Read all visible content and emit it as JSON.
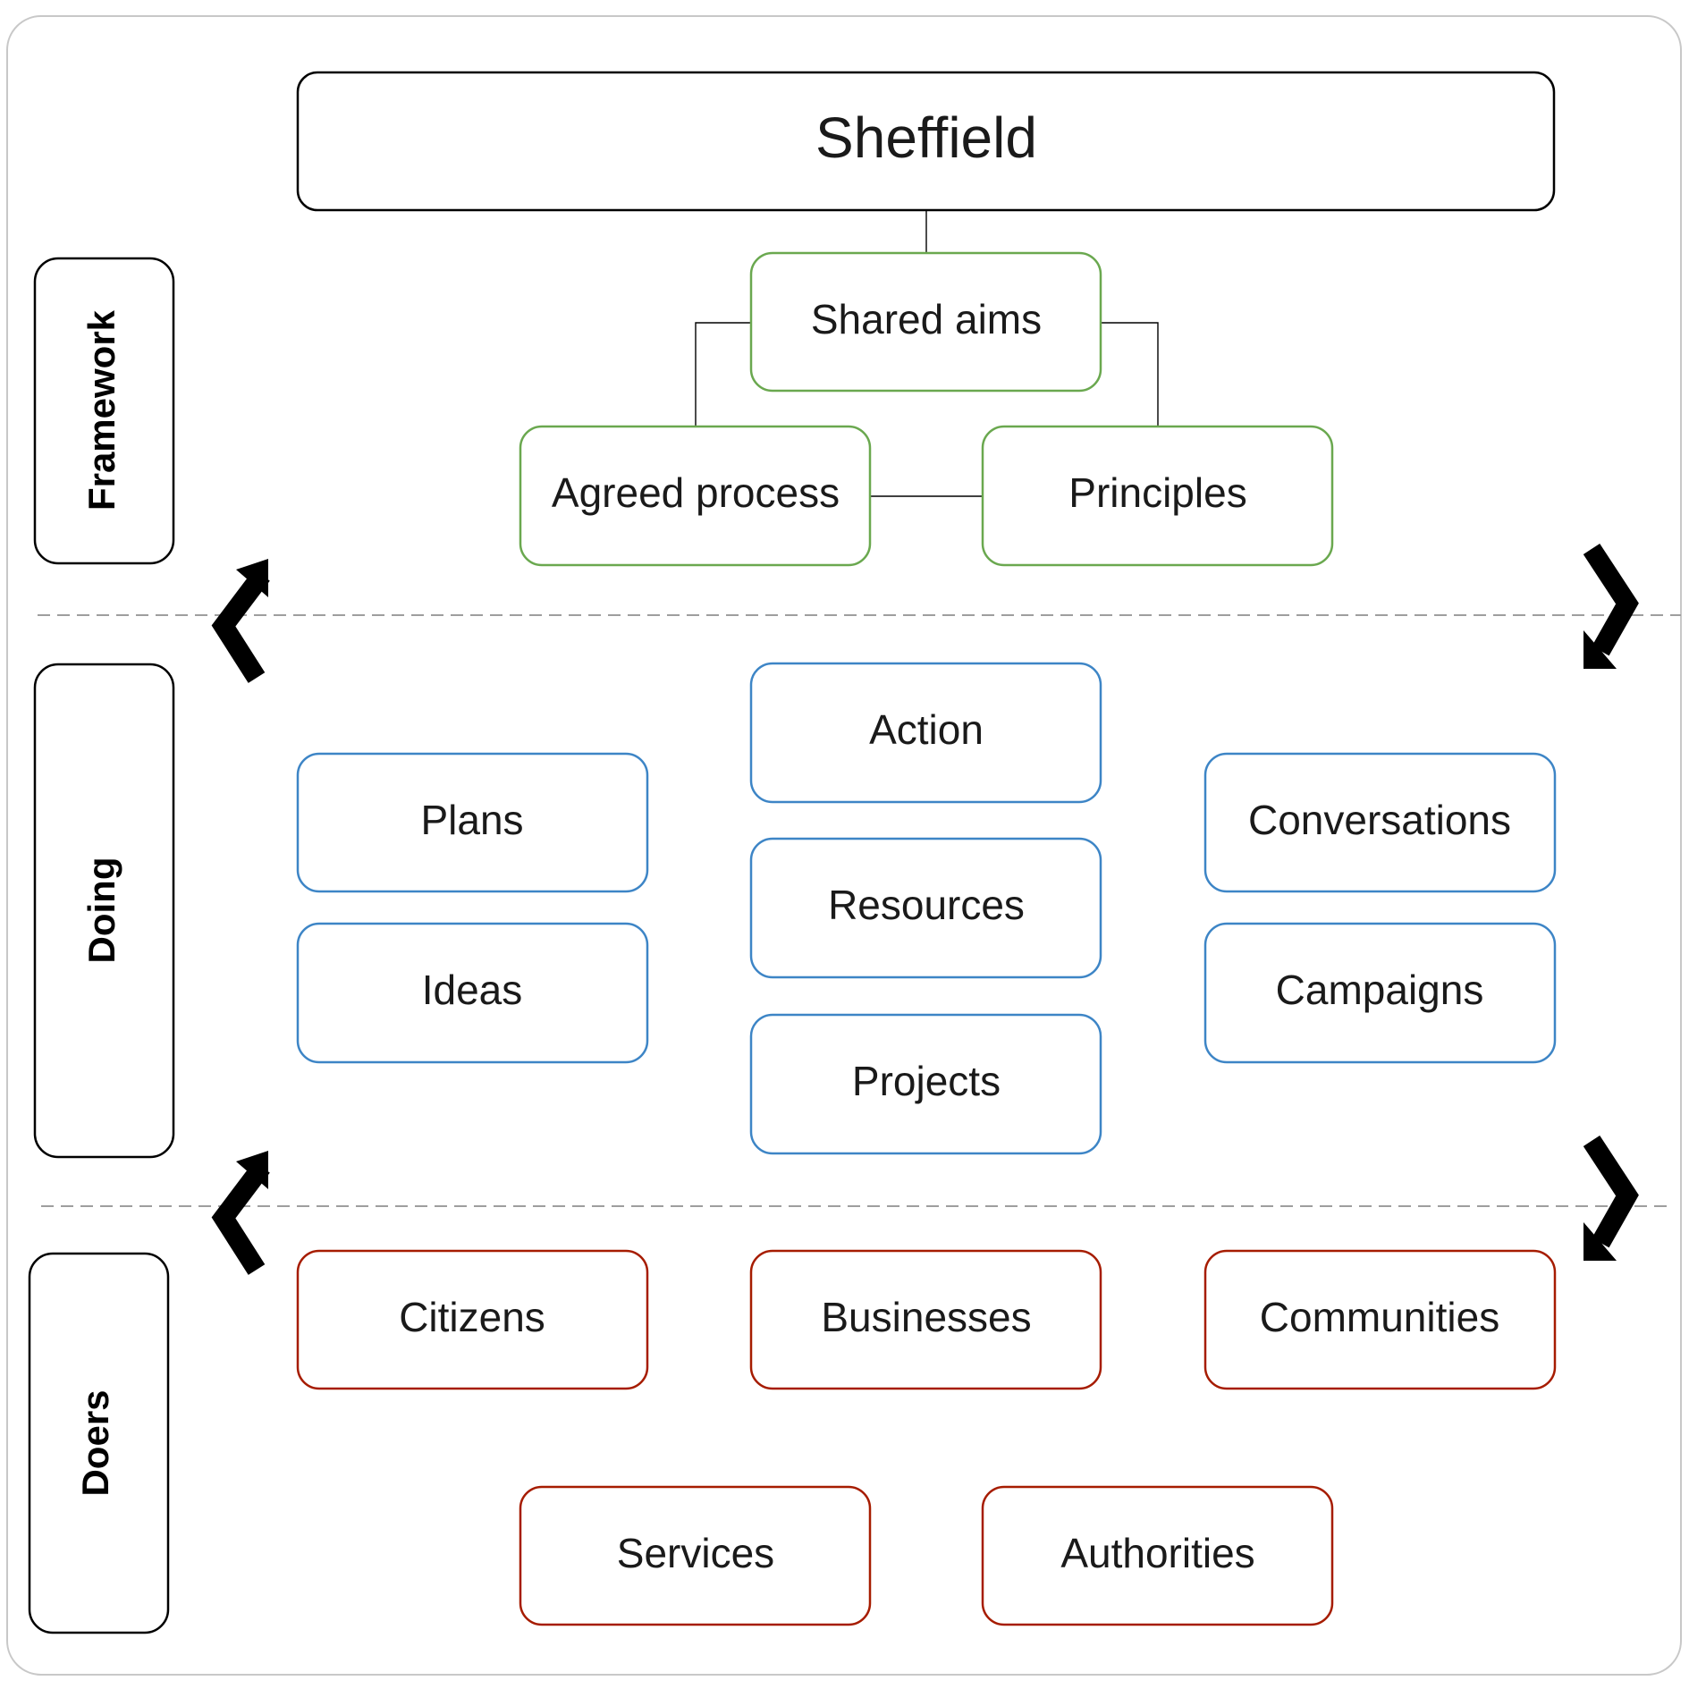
{
  "title": "Sheffield",
  "sections": {
    "framework": "Framework",
    "doing": "Doing",
    "doers": "Doers"
  },
  "framework": {
    "shared_aims": "Shared aims",
    "agreed_process": "Agreed process",
    "principles": "Principles"
  },
  "doing": {
    "action": "Action",
    "plans": "Plans",
    "resources": "Resources",
    "conversations": "Conversations",
    "ideas": "Ideas",
    "campaigns": "Campaigns",
    "projects": "Projects"
  },
  "doers": {
    "citizens": "Citizens",
    "businesses": "Businesses",
    "communities": "Communities",
    "services": "Services",
    "authorities": "Authorities"
  },
  "colors": {
    "frame": "#c8c8c8",
    "title_border": "#000000",
    "framework_border": "#6aa84f",
    "doing_border": "#3d85c6",
    "doers_border": "#a61c00",
    "divider": "#9e9e9e",
    "connector": "#000000",
    "arrow": "#000000"
  }
}
